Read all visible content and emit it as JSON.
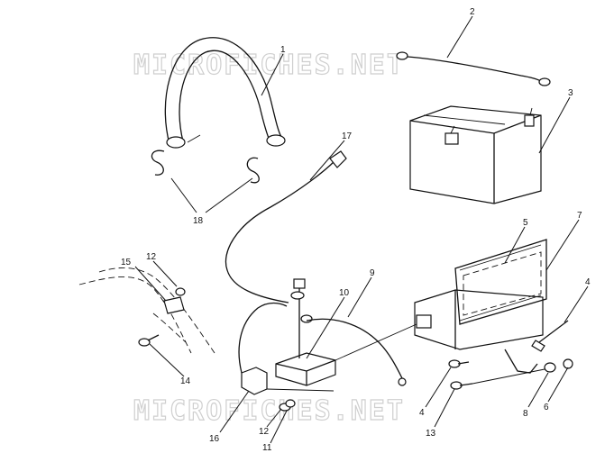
{
  "watermark": {
    "text": "MICROFICHES.NET"
  },
  "callouts": [
    {
      "id": "c1",
      "label": "1"
    },
    {
      "id": "c2",
      "label": "2"
    },
    {
      "id": "c3",
      "label": "3"
    },
    {
      "id": "c4a",
      "label": "4"
    },
    {
      "id": "c4b",
      "label": "4"
    },
    {
      "id": "c5",
      "label": "5"
    },
    {
      "id": "c6",
      "label": "6"
    },
    {
      "id": "c7",
      "label": "7"
    },
    {
      "id": "c8",
      "label": "8"
    },
    {
      "id": "c9",
      "label": "9"
    },
    {
      "id": "c10",
      "label": "10"
    },
    {
      "id": "c11",
      "label": "11"
    },
    {
      "id": "c12a",
      "label": "12"
    },
    {
      "id": "c12b",
      "label": "12"
    },
    {
      "id": "c13",
      "label": "13"
    },
    {
      "id": "c14",
      "label": "14"
    },
    {
      "id": "c15",
      "label": "15"
    },
    {
      "id": "c16",
      "label": "16"
    },
    {
      "id": "c17",
      "label": "17"
    },
    {
      "id": "c18",
      "label": "18"
    }
  ]
}
